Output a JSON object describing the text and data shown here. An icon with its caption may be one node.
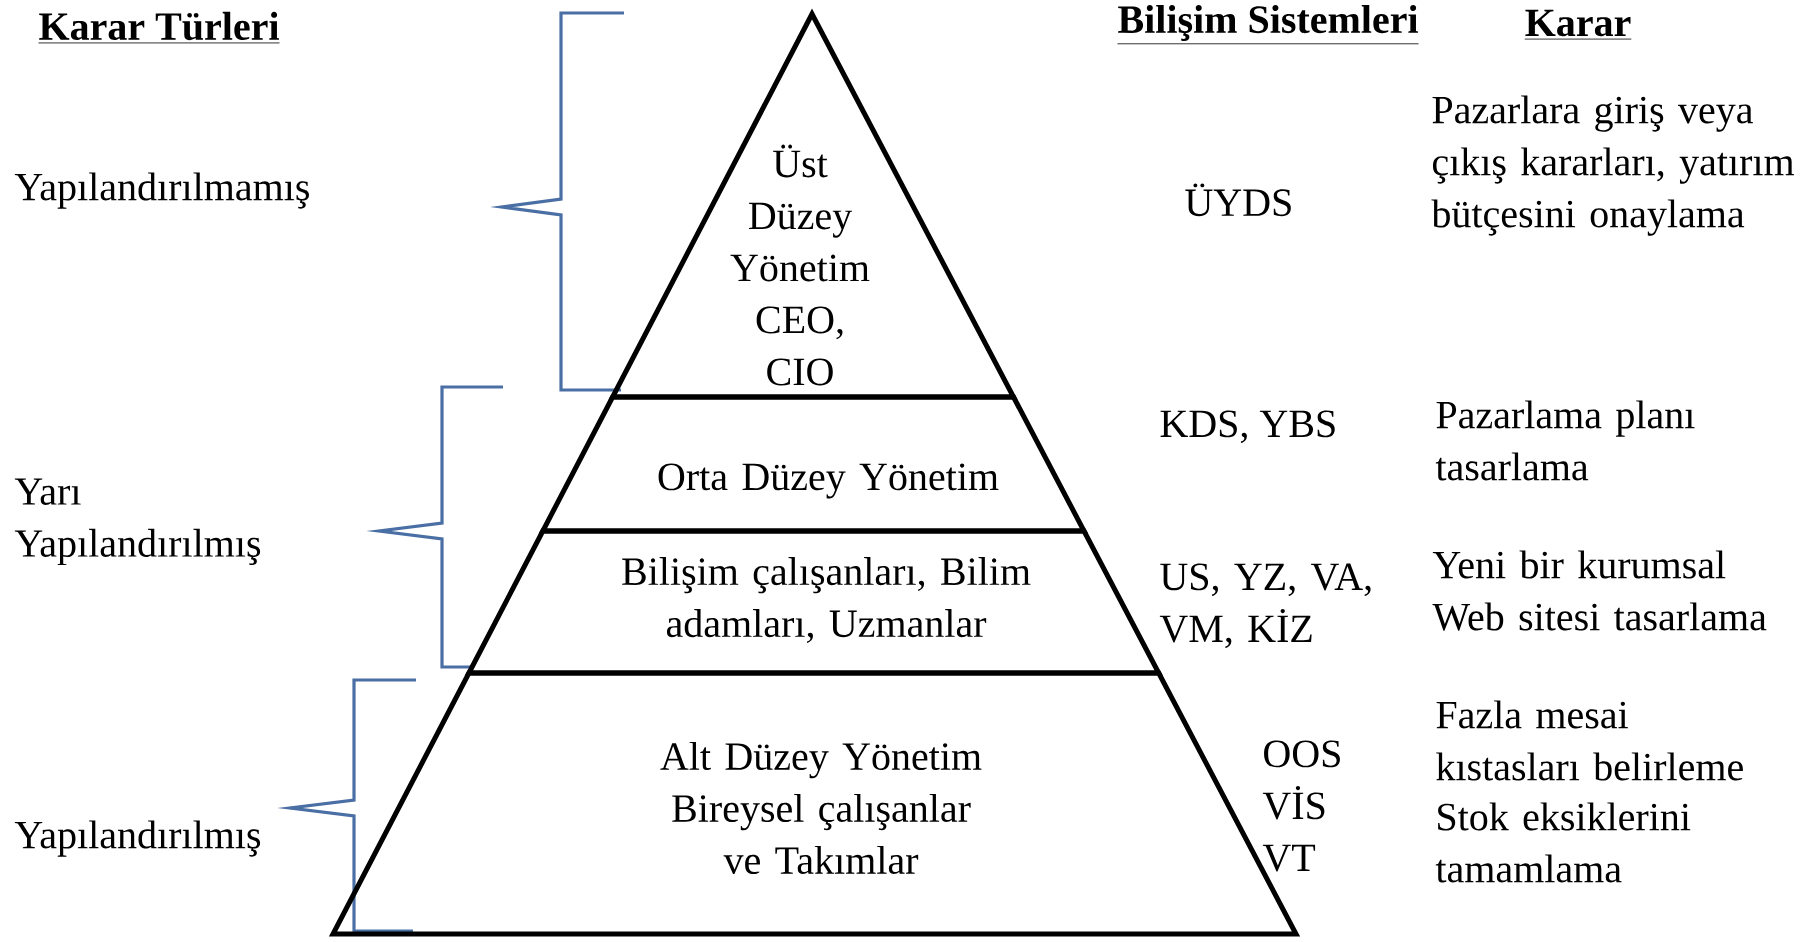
{
  "diagram": {
    "nodes": [
      {
        "text": [
          "Üst Düzey Yönetim CEO, CIO"
        ]
      },
      {
        "text": [
          "Orta Düzey Yönetim"
        ]
      },
      {
        "text": [
          "Bilişim çalışanları, Bilim adamları, Uzmanlar"
        ]
      },
      {
        "text": [
          "Alt Düzey Yönetim Bireysel çalışanlar ve Takımlar"
        ]
      }
    ],
    "labels": [
      "Karar Türleri",
      "Bilişim Sistemleri",
      "Karar",
      "Yapılandırılmamış",
      "ÜYDS",
      "Pazarlara giriş veya çıkış kararları, yatırım bütçesini onaylama",
      "KDS, YBS",
      "Pazarlama planı tasarlama",
      "Yarı Yapılandırılmış",
      "US, YZ, VA, VM, KİZ",
      "Yeni bir kurumsal Web sitesi tasarlama",
      "Yapılandırılmış",
      "OOS VİS VT",
      "Fazla mesai kıstasları belirleme",
      "Stok eksiklerini tamamlama"
    ]
  }
}
